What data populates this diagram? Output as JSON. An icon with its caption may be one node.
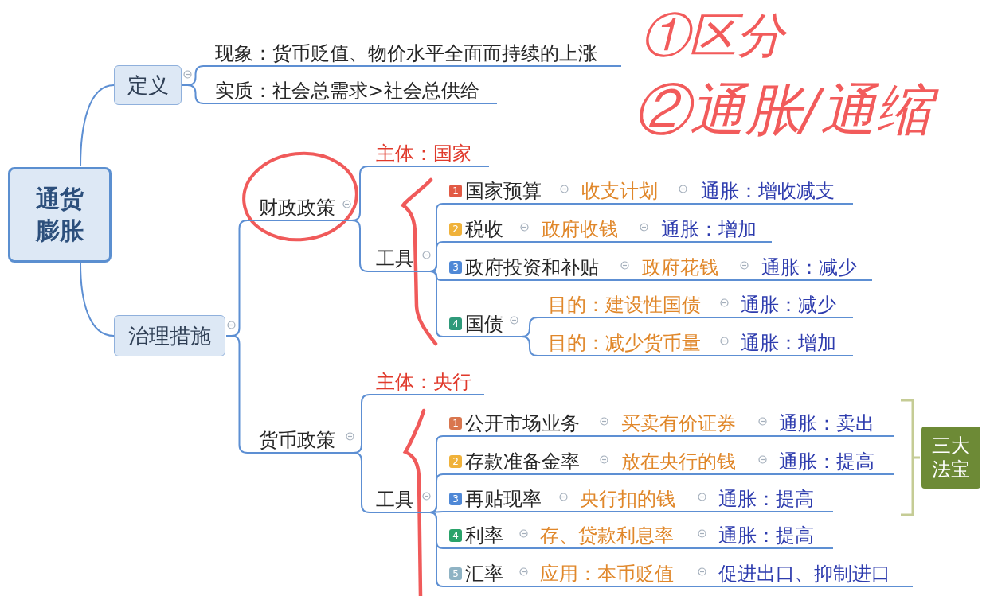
{
  "diagram": {
    "nodes": [
      {
        "text": [
          "通货膨胀"
        ]
      },
      {
        "text": [
          "定义"
        ]
      },
      {
        "text": [
          "现象：货币贬值、物价水平全面而持续的上涨"
        ]
      },
      {
        "text": [
          "实质：社会总需求>社会总供给"
        ]
      },
      {
        "text": [
          "治理措施"
        ]
      },
      {
        "text": [
          "财政政策"
        ]
      },
      {
        "text": [
          "主体：国家"
        ]
      },
      {
        "text": [
          "工具"
        ]
      },
      {
        "text": [
          "1",
          "国家预算"
        ]
      },
      {
        "text": [
          "收支计划"
        ]
      },
      {
        "text": [
          "通胀：增收减支"
        ]
      },
      {
        "text": [
          "2",
          "税收"
        ]
      },
      {
        "text": [
          "政府收钱"
        ]
      },
      {
        "text": [
          "通胀：增加"
        ]
      },
      {
        "text": [
          "3",
          "政府投资和补贴"
        ]
      },
      {
        "text": [
          "政府花钱"
        ]
      },
      {
        "text": [
          "通胀：减少"
        ]
      },
      {
        "text": [
          "4",
          "国债"
        ]
      },
      {
        "text": [
          "目的：建设性国债"
        ]
      },
      {
        "text": [
          "通胀：减少"
        ]
      },
      {
        "text": [
          "目的：减少货币量"
        ]
      },
      {
        "text": [
          "通胀：增加"
        ]
      },
      {
        "text": [
          "货币政策"
        ]
      },
      {
        "text": [
          "主体：央行"
        ]
      },
      {
        "text": [
          "工具"
        ]
      },
      {
        "text": [
          "1",
          "公开市场业务"
        ]
      },
      {
        "text": [
          "买卖有价证券"
        ]
      },
      {
        "text": [
          "通胀：卖出"
        ]
      },
      {
        "text": [
          "2",
          "存款准备金率"
        ]
      },
      {
        "text": [
          "放在央行的钱"
        ]
      },
      {
        "text": [
          "通胀：提高"
        ]
      },
      {
        "text": [
          "3",
          "再贴现率"
        ]
      },
      {
        "text": [
          "央行扣的钱"
        ]
      },
      {
        "text": [
          "通胀：提高"
        ]
      },
      {
        "text": [
          "4",
          "利率"
        ]
      },
      {
        "text": [
          "存、贷款利息率"
        ]
      },
      {
        "text": [
          "通胀：提高"
        ]
      },
      {
        "text": [
          "5",
          "汇率"
        ]
      },
      {
        "text": [
          "应用：本币贬值"
        ]
      },
      {
        "text": [
          "促进出口、抑制进口"
        ]
      },
      {
        "text": [
          "三大法宝"
        ]
      }
    ],
    "edges": [
      {
        "from": 0,
        "to": 1,
        "arrow": "none"
      },
      {
        "from": 0,
        "to": 4,
        "arrow": "none"
      },
      {
        "from": 1,
        "to": 2,
        "arrow": "none"
      },
      {
        "from": 1,
        "to": 3,
        "arrow": "none"
      },
      {
        "from": 4,
        "to": 5,
        "arrow": "none"
      },
      {
        "from": 4,
        "to": 22,
        "arrow": "none"
      },
      {
        "from": 5,
        "to": 6,
        "arrow": "none"
      },
      {
        "from": 5,
        "to": 7,
        "arrow": "none"
      },
      {
        "from": 7,
        "to": 8,
        "arrow": "none"
      },
      {
        "from": 8,
        "to": 9,
        "arrow": "none"
      },
      {
        "from": 9,
        "to": 10,
        "arrow": "none"
      },
      {
        "from": 7,
        "to": 11,
        "arrow": "none"
      },
      {
        "from": 11,
        "to": 12,
        "arrow": "none"
      },
      {
        "from": 12,
        "to": 13,
        "arrow": "none"
      },
      {
        "from": 7,
        "to": 14,
        "arrow": "none"
      },
      {
        "from": 14,
        "to": 15,
        "arrow": "none"
      },
      {
        "from": 15,
        "to": 16,
        "arrow": "none"
      },
      {
        "from": 7,
        "to": 17,
        "arrow": "none"
      },
      {
        "from": 17,
        "to": 18,
        "arrow": "none"
      },
      {
        "from": 18,
        "to": 19,
        "arrow": "none"
      },
      {
        "from": 17,
        "to": 20,
        "arrow": "none"
      },
      {
        "from": 20,
        "to": 21,
        "arrow": "none"
      },
      {
        "from": 22,
        "to": 23,
        "arrow": "none"
      },
      {
        "from": 22,
        "to": 24,
        "arrow": "none"
      },
      {
        "from": 24,
        "to": 25,
        "arrow": "none"
      },
      {
        "from": 25,
        "to": 26,
        "arrow": "none"
      },
      {
        "from": 26,
        "to": 27,
        "arrow": "none"
      },
      {
        "from": 24,
        "to": 28,
        "arrow": "none"
      },
      {
        "from": 28,
        "to": 29,
        "arrow": "none"
      },
      {
        "from": 29,
        "to": 30,
        "arrow": "none"
      },
      {
        "from": 24,
        "to": 31,
        "arrow": "none"
      },
      {
        "from": 31,
        "to": 32,
        "arrow": "none"
      },
      {
        "from": 32,
        "to": 33,
        "arrow": "none"
      },
      {
        "from": 24,
        "to": 34,
        "arrow": "none"
      },
      {
        "from": 34,
        "to": 35,
        "arrow": "none"
      },
      {
        "from": 35,
        "to": 36,
        "arrow": "none"
      },
      {
        "from": 24,
        "to": 37,
        "arrow": "none"
      },
      {
        "from": 37,
        "to": 38,
        "arrow": "none"
      },
      {
        "from": 38,
        "to": 39,
        "arrow": "none"
      }
    ],
    "labels": [
      "①区分",
      "②通胀/通缩"
    ]
  }
}
